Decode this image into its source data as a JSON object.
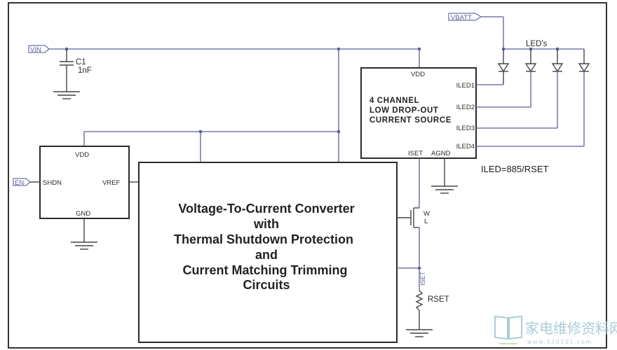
{
  "diagram": {
    "type": "circuit-schematic",
    "ports": {
      "vin": "VIN",
      "vbatt": "VBATT",
      "en": "EN"
    },
    "capacitor": {
      "ref": "C1",
      "value": "1nF"
    },
    "reference_block": {
      "pins": {
        "vdd": "VDD",
        "shdn": "SHDN",
        "vref": "VREF",
        "gnd": "GND"
      }
    },
    "converter_block": {
      "lines": [
        "Voltage-To-Current Converter",
        "with",
        "Thermal Shutdown Protection",
        "and",
        "Current Matching Trimming",
        "Circuits"
      ]
    },
    "ldo_block": {
      "lines": [
        "4 CHANNEL",
        "LOW DROP-OUT",
        "CURRENT SOURCE"
      ],
      "pins": {
        "vdd": "VDD",
        "iled1": "ILED1",
        "iled2": "ILED2",
        "iled3": "ILED3",
        "iled4": "ILED4",
        "iset": "ISET",
        "agnd": "AGND"
      }
    },
    "leds_label": "LED's",
    "mosfet": {
      "w": "W",
      "l": "L"
    },
    "iset_net": "ISET",
    "resistor": {
      "ref": "RSET"
    },
    "equation": "ILED=885/RSET",
    "watermark": {
      "text": "家电维修资料网",
      "url": "www.520101.com"
    },
    "colors": {
      "wire": "#5a5f9a",
      "box": "#2b2b2b",
      "watermark": "#9cc4d4"
    }
  }
}
